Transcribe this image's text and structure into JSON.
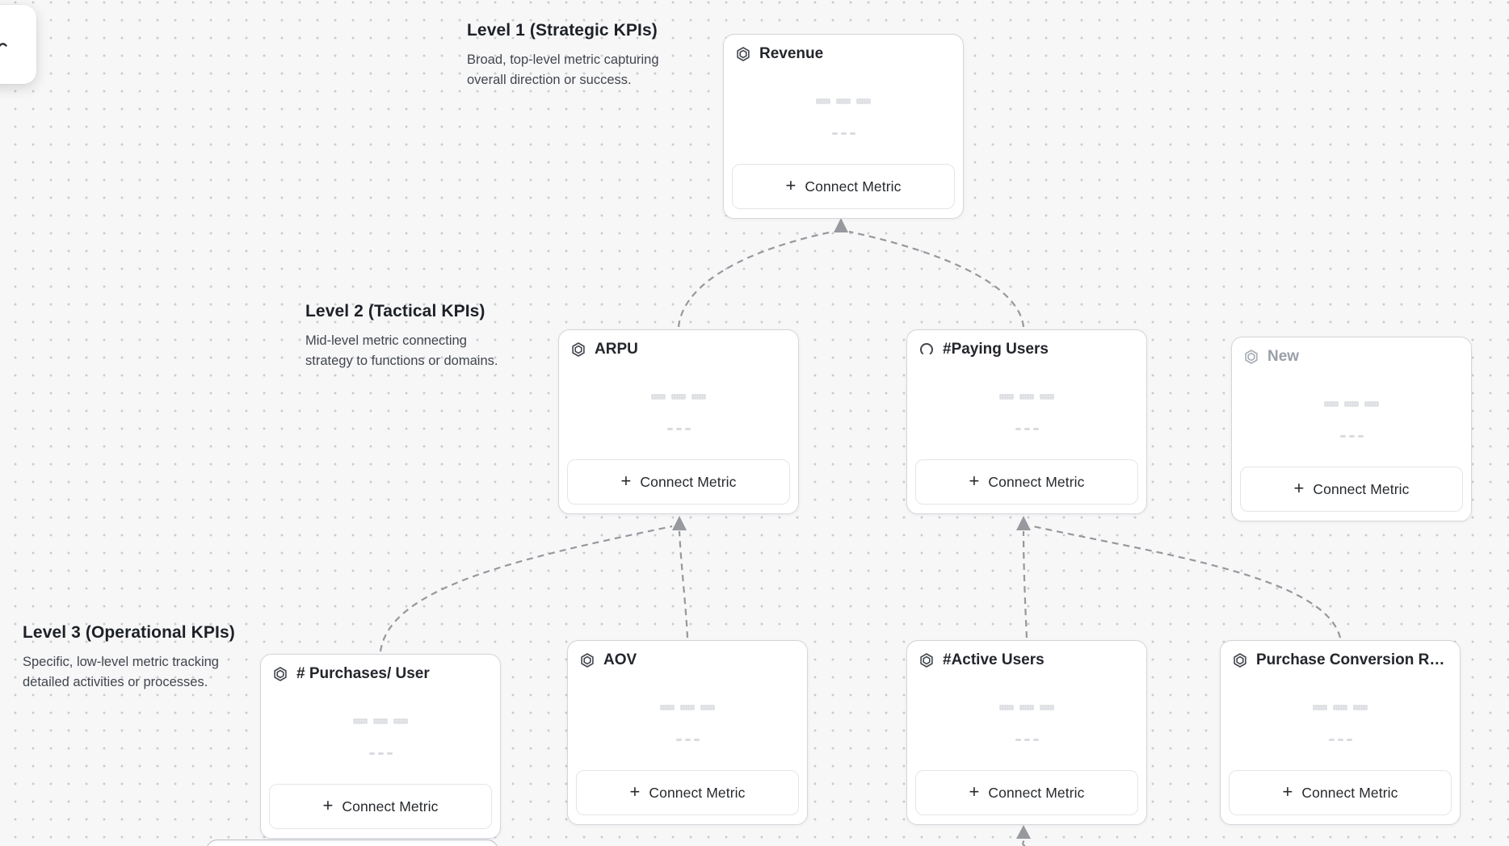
{
  "canvas": {
    "name": "KPI metric tree canvas",
    "background": "#f7f7f8",
    "dot_color": "#c9cbd0",
    "edge_color": "#96989d",
    "card_border_color": "#d4d6da"
  },
  "ui": {
    "plus": "+"
  },
  "levels": [
    {
      "title": "Level 1 (Strategic KPIs)",
      "line1": "Broad, top-level metric capturing",
      "line2": "overall direction or success."
    },
    {
      "title": "Level 2 (Tactical KPIs)",
      "line1": "Mid-level metric connecting",
      "line2": "strategy to functions or domains."
    },
    {
      "title": "Level 3 (Operational KPIs)",
      "line1": "Specific, low-level metric tracking",
      "line2": "detailed activities or processes."
    }
  ],
  "cards": [
    {
      "title": "Revenue",
      "icon": "hexagon-icon",
      "state": "default",
      "connect_label": "Connect Metric"
    },
    {
      "title": "ARPU",
      "icon": "hexagon-icon",
      "state": "default",
      "connect_label": "Connect Metric"
    },
    {
      "title": "#Paying Users",
      "icon": "spinner-icon",
      "state": "loading",
      "connect_label": "Connect Metric"
    },
    {
      "title": "New",
      "icon": "hexagon-icon",
      "state": "draft",
      "connect_label": "Connect Metric"
    },
    {
      "title": "# Purchases/ User",
      "icon": "hexagon-icon",
      "state": "default",
      "connect_label": "Connect Metric"
    },
    {
      "title": "AOV",
      "icon": "hexagon-icon",
      "state": "default",
      "connect_label": "Connect Metric"
    },
    {
      "title": "#Active Users",
      "icon": "hexagon-icon",
      "state": "default",
      "connect_label": "Connect Metric"
    },
    {
      "title": "Purchase Conversion Rate",
      "icon": "hexagon-icon",
      "state": "default",
      "connect_label": "Connect Metric"
    }
  ],
  "edges": [
    {
      "from": "ARPU",
      "to": "Revenue"
    },
    {
      "from": "#Paying Users",
      "to": "Revenue"
    },
    {
      "from": "# Purchases/ User",
      "to": "ARPU"
    },
    {
      "from": "AOV",
      "to": "ARPU"
    },
    {
      "from": "#Active Users",
      "to": "#Paying Users"
    },
    {
      "from": "Purchase Conversion Rate",
      "to": "#Paying Users"
    },
    {
      "from": "(offscreen card below)",
      "to": "#Active Users"
    }
  ]
}
